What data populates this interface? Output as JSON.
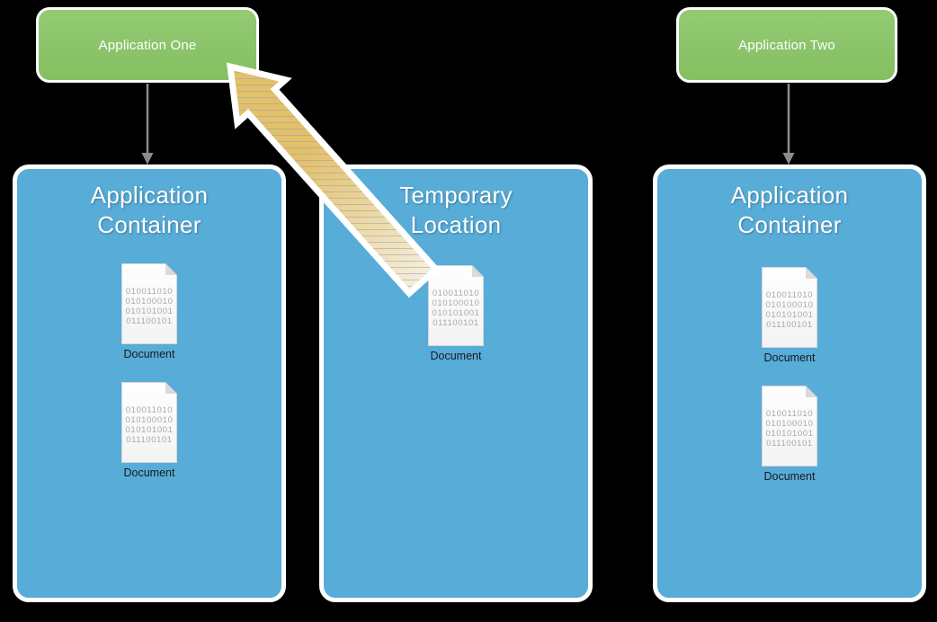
{
  "page": {
    "background": "#000000"
  },
  "colors": {
    "page_bg": "#000000",
    "app_green": "#8CC56C",
    "container_blue": "#57ACD8",
    "outline_white": "#FFFFFF",
    "connector_gray": "#8B8B8B",
    "move_arrow_gold": "#E3C06A",
    "move_arrow_cream": "#F5EEDC",
    "move_arrow_stripe": "#9AA0A8"
  },
  "apps": [
    {
      "label": "Application One"
    },
    {
      "label": "Application Two"
    }
  ],
  "containers": [
    {
      "title_lines": [
        "Application",
        "Container"
      ],
      "document_count": 2
    },
    {
      "title_lines": [
        "Temporary",
        "Location"
      ],
      "document_count": 1
    },
    {
      "title_lines": [
        "Application",
        "Container"
      ],
      "document_count": 2
    }
  ],
  "document": {
    "label": "Document",
    "binary_lines": [
      "010011010",
      "010100010",
      "010101001",
      "011100101"
    ]
  }
}
